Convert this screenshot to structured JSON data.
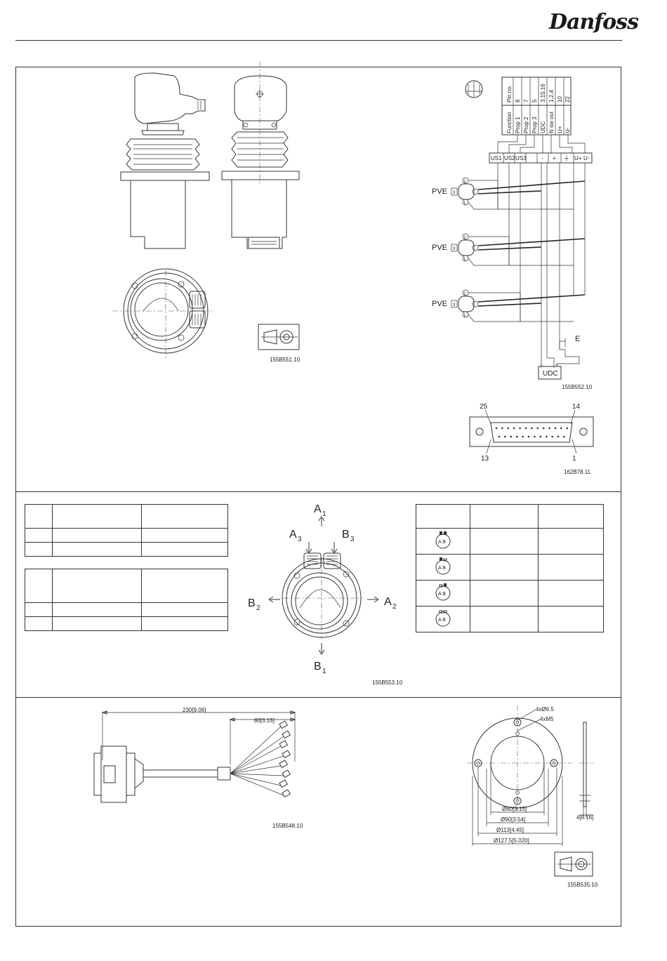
{
  "brand": {
    "logo_text": "Danfoss"
  },
  "codes": {
    "joystick_views": "155B551.10",
    "wiring": "155B552.10",
    "connector": "162B78.11",
    "directions": "155B553.10",
    "cable": "155B548.10",
    "mounting": "155B535.10"
  },
  "wiring": {
    "header": {
      "function": "Function",
      "pin_no": "Pin no.",
      "rows": [
        {
          "function": "Prop 1",
          "pin": "8"
        },
        {
          "function": "Prop 2",
          "pin": "7"
        },
        {
          "function": "Prop 3",
          "pin": "5"
        },
        {
          "function": "UDC",
          "pin": "3,15,16"
        },
        {
          "function": "N sw out",
          "pin": "1,2,4"
        },
        {
          "function": "U+",
          "pin": "10"
        },
        {
          "function": "U-",
          "pin": "22"
        }
      ]
    },
    "terminals": [
      "US1",
      "US2",
      "US3",
      "-",
      "+",
      "⏚",
      "U+",
      "U-"
    ],
    "pve_label": "PVE",
    "pin_numbers": [
      "1",
      "2",
      "3"
    ],
    "earth_label": "E",
    "supply_label": "UDC",
    "supply_minus": "-",
    "supply_plus": "+"
  },
  "connector": {
    "pin_25": "25",
    "pin_14": "14",
    "pin_13": "13",
    "pin_1": "1"
  },
  "directions": {
    "a1": "A",
    "a1_sub": "1",
    "a2": "A",
    "a2_sub": "2",
    "a3": "A",
    "a3_sub": "3",
    "b1": "B",
    "b1_sub": "1",
    "b2": "B",
    "b2_sub": "2",
    "b3": "B",
    "b3_sub": "3"
  },
  "button_symbols": {
    "label": "A B"
  },
  "cable": {
    "overall": "230[9.06]",
    "tails": "80[3.15]"
  },
  "mounting": {
    "holes": "4xØ6.5",
    "threads": "4xM5",
    "d80": "Ø80[3.15]",
    "d90": "Ø90[3.54]",
    "d113": "Ø113[4.45]",
    "d127": "Ø127.5[5.020]",
    "thickness": "4[0.16]"
  }
}
